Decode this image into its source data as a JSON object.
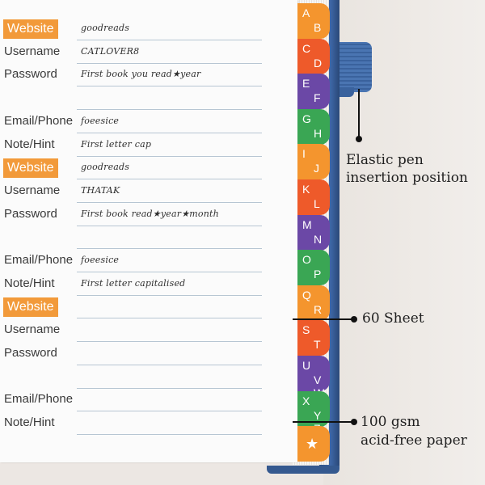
{
  "rows": [
    {
      "label": "Website",
      "value": "goodreads",
      "badge": true
    },
    {
      "label": "Username",
      "value": "CATLOVER8"
    },
    {
      "label": "Password",
      "value": "First book you read★year"
    },
    {
      "label": "",
      "value": ""
    },
    {
      "label": "Email/Phone",
      "value": "foeesice"
    },
    {
      "label": "Note/Hint",
      "value": "First letter cap"
    },
    {
      "label": "Website",
      "value": "goodreads",
      "badge": true
    },
    {
      "label": "Username",
      "value": "THATAK"
    },
    {
      "label": "Password",
      "value": "First book read★year★month"
    },
    {
      "label": "",
      "value": ""
    },
    {
      "label": "Email/Phone",
      "value": "foeesice"
    },
    {
      "label": "Note/Hint",
      "value": "First letter capitalised"
    },
    {
      "label": "Website",
      "value": "",
      "badge": true
    },
    {
      "label": "Username",
      "value": ""
    },
    {
      "label": "Password",
      "value": ""
    },
    {
      "label": "",
      "value": ""
    },
    {
      "label": "Email/Phone",
      "value": ""
    },
    {
      "label": "Note/Hint",
      "value": ""
    }
  ],
  "tabs": [
    {
      "l1": "A",
      "l2": "B",
      "color": "#f4952e"
    },
    {
      "l1": "C",
      "l2": "D",
      "color": "#ee5a2a"
    },
    {
      "l1": "E",
      "l2": "F",
      "color": "#6b48a6"
    },
    {
      "l1": "G",
      "l2": "H",
      "color": "#3aa654"
    },
    {
      "l1": "I",
      "l2": "J",
      "color": "#f4952e"
    },
    {
      "l1": "K",
      "l2": "L",
      "color": "#ee5a2a"
    },
    {
      "l1": "M",
      "l2": "N",
      "color": "#6b48a6"
    },
    {
      "l1": "O",
      "l2": "P",
      "color": "#3aa654"
    },
    {
      "l1": "Q",
      "l2": "R",
      "color": "#f4952e"
    },
    {
      "l1": "S",
      "l2": "T",
      "color": "#ee5a2a"
    },
    {
      "l1": "U",
      "l2": "V W",
      "color": "#6b48a6"
    },
    {
      "l1": "X",
      "l2": "Y Z",
      "color": "#3aa654"
    },
    {
      "l1": "★",
      "l2": "",
      "color": "#f4952e"
    }
  ],
  "annotations": {
    "pen_line1": "Elastic pen",
    "pen_line2": "insertion position",
    "sheets": "60 Sheet",
    "paper_line1": "100 gsm",
    "paper_line2": "acid-free paper"
  }
}
